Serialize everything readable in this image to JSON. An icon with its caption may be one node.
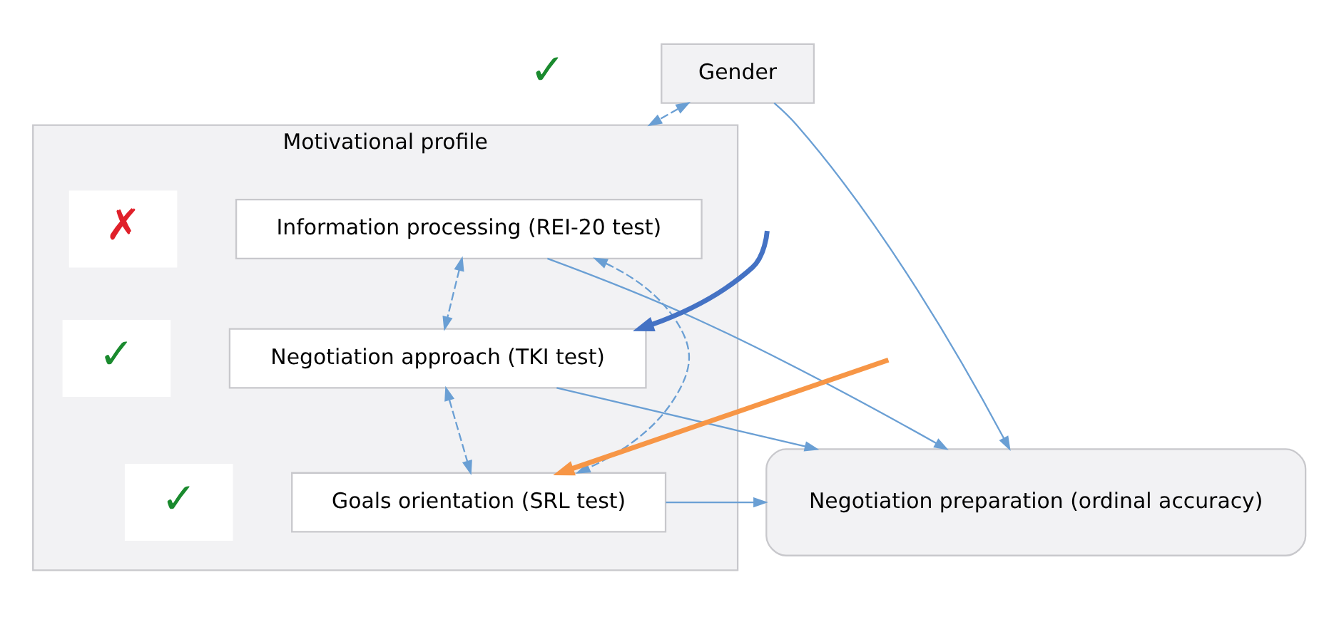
{
  "diagram": {
    "nodes": [
      {
        "text": [
          "Gender"
        ]
      },
      {
        "text": [
          "Motivational profile"
        ]
      },
      {
        "text": [
          "Information processing (REI-20 test)"
        ],
        "in": 1
      },
      {
        "text": [
          "Negotiation approach (TKI test)"
        ],
        "in": 1
      },
      {
        "text": [
          "Goals orientation (SRL test)"
        ],
        "in": 1
      },
      {
        "text": [
          "Negotiation preparation (ordinal accuracy)"
        ]
      }
    ],
    "edges": [
      {
        "from": 0,
        "to": 1,
        "arrow": "both",
        "style": "dashed"
      },
      {
        "from": 0,
        "to": 5,
        "arrow": "to"
      },
      {
        "from": 2,
        "to": 3,
        "arrow": "both",
        "style": "dashed"
      },
      {
        "from": 3,
        "to": 4,
        "arrow": "both",
        "style": "dashed"
      },
      {
        "from": 2,
        "to": 4,
        "arrow": "both",
        "style": "dashed"
      },
      {
        "from": 2,
        "to": 5,
        "arrow": "to"
      },
      {
        "from": 3,
        "to": 5,
        "arrow": "to"
      },
      {
        "from": 4,
        "to": 5,
        "arrow": "to"
      },
      {
        "from": null,
        "to": 4,
        "arrow": "to",
        "style": "thick",
        "color": "#f79646"
      },
      {
        "from": null,
        "to": 3,
        "arrow": "to",
        "style": "thick",
        "color": "#4472c4"
      }
    ],
    "labels": [
      "✓",
      "✗",
      "✓",
      "✓"
    ]
  }
}
